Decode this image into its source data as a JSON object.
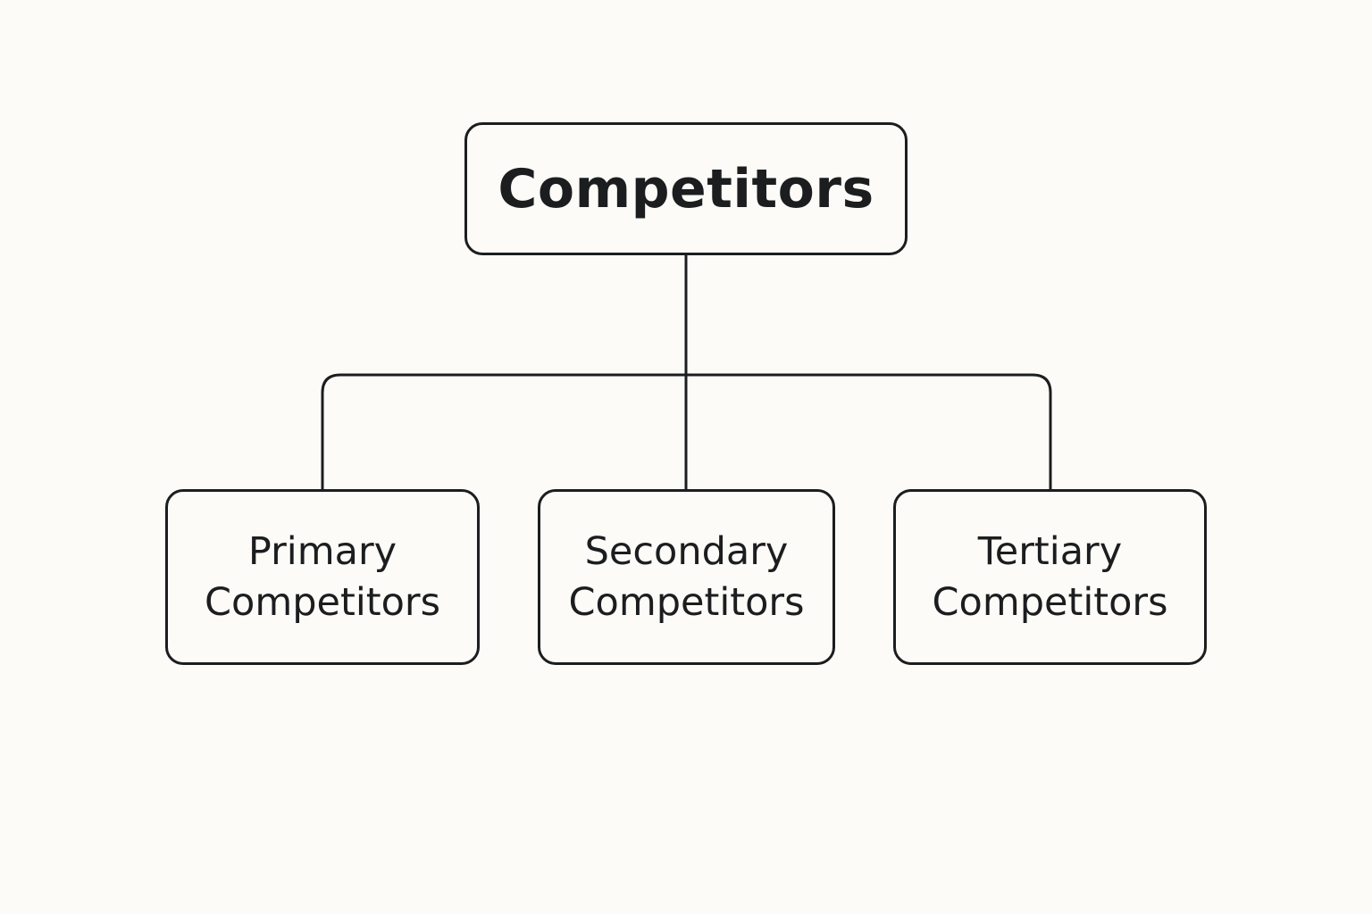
{
  "diagram": {
    "root": {
      "label": "Competitors"
    },
    "children": [
      {
        "line1": "Primary",
        "line2": "Competitors"
      },
      {
        "line1": "Secondary",
        "line2": "Competitors"
      },
      {
        "line1": "Tertiary",
        "line2": "Competitors"
      }
    ]
  },
  "colors": {
    "background": "#fcfbf7",
    "stroke": "#1b1d1f",
    "text": "#1b1d1f"
  }
}
